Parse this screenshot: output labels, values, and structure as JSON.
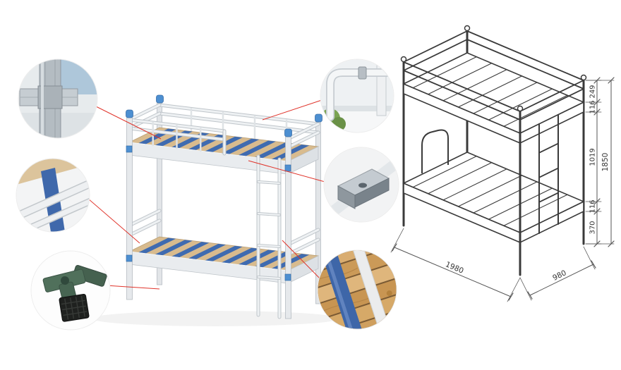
{
  "product": {
    "callouts": [
      "frame-joint-detail",
      "headboard-corner-detail",
      "foot-connector-detail",
      "guardrail-tube-detail",
      "frame-bracket-detail",
      "slat-strap-detail"
    ]
  },
  "drawing": {
    "dims": {
      "top_rail_height": "249",
      "upper_frame_depth": "116",
      "bunk_clearance": "1019",
      "overall_height": "1850",
      "lower_frame_depth": "116",
      "under_clearance": "370",
      "bed_length": "1980",
      "bed_width": "980"
    }
  }
}
